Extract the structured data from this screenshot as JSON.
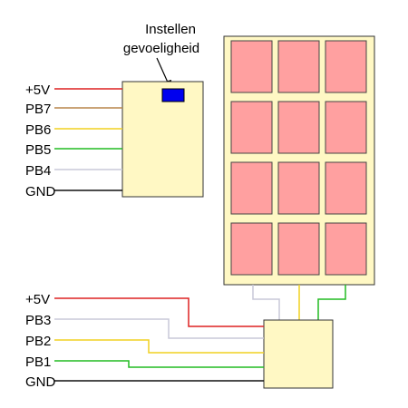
{
  "annotation": {
    "line1": "Instellen",
    "line2": "gevoeligheid"
  },
  "sensor_module": {
    "pins": [
      {
        "label": "+5V",
        "color": "#dd2222"
      },
      {
        "label": "PB7",
        "color": "#b8864b"
      },
      {
        "label": "PB6",
        "color": "#f0d020"
      },
      {
        "label": "PB5",
        "color": "#22bb22"
      },
      {
        "label": "PB4",
        "color": "#c8c8d8"
      },
      {
        "label": "GND",
        "color": "#111111"
      }
    ]
  },
  "keypad": {
    "rows": 4,
    "cols": 3
  },
  "driver_module": {
    "pins": [
      {
        "label": "+5V",
        "color": "#dd2222"
      },
      {
        "label": "PB3",
        "color": "#c8c8d8"
      },
      {
        "label": "PB2",
        "color": "#f0d020"
      },
      {
        "label": "PB1",
        "color": "#22bb22"
      },
      {
        "label": "GND",
        "color": "#111111"
      }
    ]
  },
  "colors": {
    "module_fill": "#fff8c4",
    "key_fill": "#ffa0a0",
    "potentiometer": "#0000ee",
    "outline": "#333333"
  }
}
